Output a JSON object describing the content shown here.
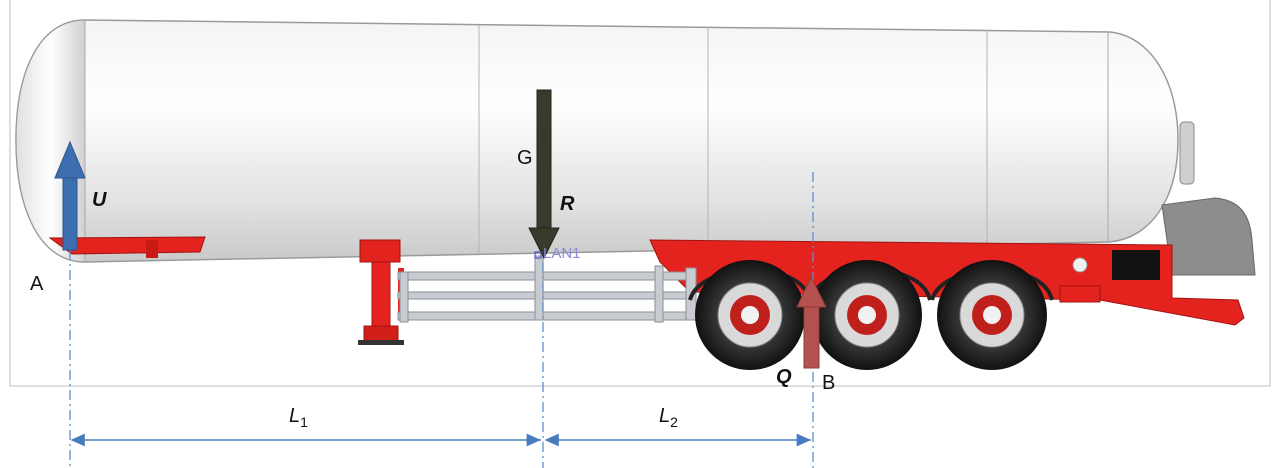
{
  "labels": {
    "point_a": "A",
    "point_b": "B",
    "force_u": "U",
    "force_r": "R",
    "force_q": "Q",
    "weight_g": "G",
    "plane_tag": "LAN1",
    "dim_l1_letter": "L",
    "dim_l1_sub": "1",
    "dim_l2_letter": "L",
    "dim_l2_sub": "2"
  },
  "colors": {
    "tank": "#e6e6e6",
    "chassis": "#e4231e",
    "force_u": "#3d6fb0",
    "force_r": "#3a3a2a",
    "force_q": "#b5514e",
    "dimension": "#4a7bbf",
    "centerline": "#5b8fd0"
  }
}
